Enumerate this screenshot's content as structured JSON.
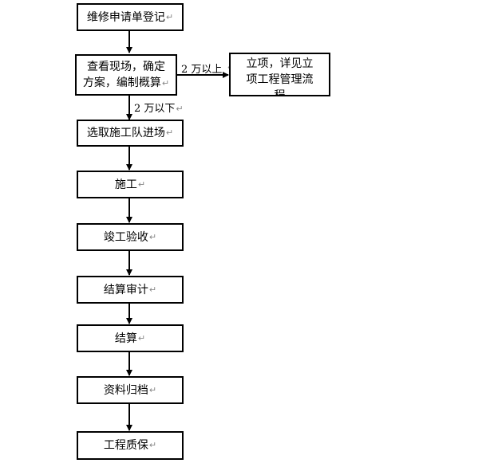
{
  "return_mark": "↵",
  "nodes": {
    "register": "维修申请单登记",
    "survey_line1": "查看现场，确定",
    "survey_line2": "方案，编制概算",
    "project_line1": "立项，详见立",
    "project_line2": "项工程管理流",
    "project_line3": "程",
    "select_team": "选取施工队进场",
    "construction": "施工",
    "acceptance": "竣工验收",
    "audit": "结算审计",
    "settlement": "结算",
    "archive": "资料归档",
    "warranty": "工程质保"
  },
  "edge_labels": {
    "above_2w": "2 万以上",
    "below_2w": "2 万以下"
  }
}
